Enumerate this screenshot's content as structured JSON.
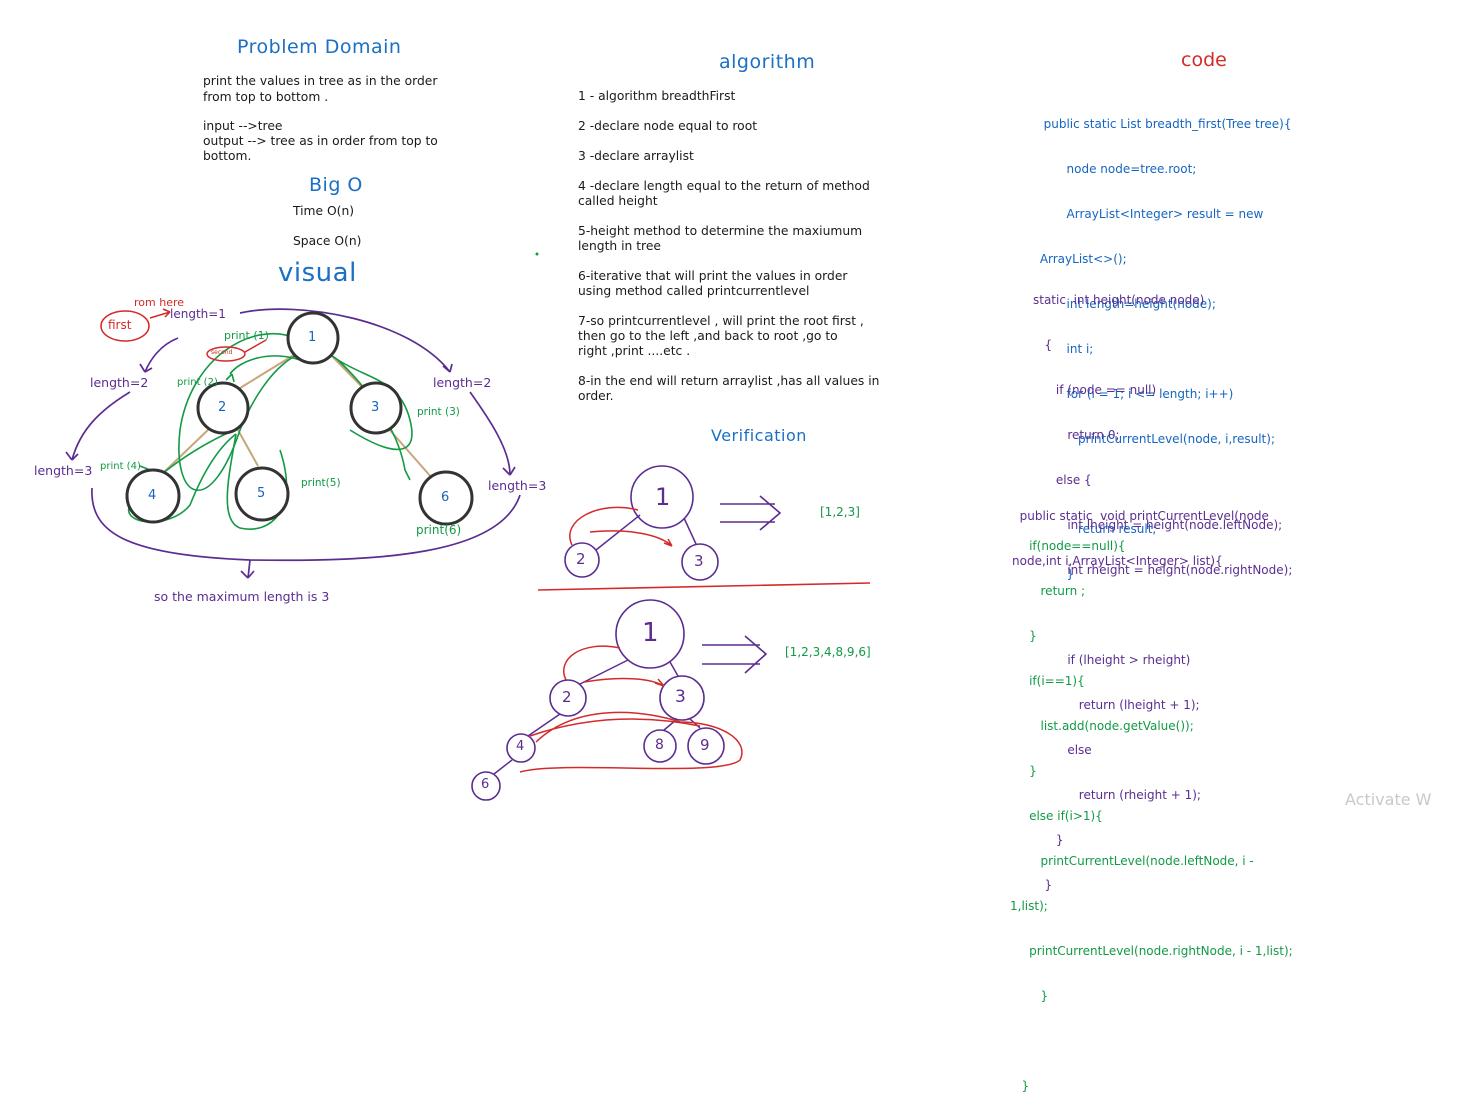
{
  "problem": {
    "title": "Problem Domain",
    "desc_1": "print the values in tree as in the order",
    "desc_2": "from top to bottom .",
    "input": "input -->tree",
    "output_1": "output --> tree as in order from top to",
    "output_2": "bottom."
  },
  "bigo": {
    "title": "Big O",
    "time": "Time O(n)",
    "space": "Space O(n)"
  },
  "visual": {
    "title": "visual",
    "root_note": "rom here",
    "first": "first",
    "second": "second",
    "length1": "length=1",
    "length2_left": "length=2",
    "length2_right": "length=2",
    "length3_left": "length=3",
    "length3_right": "length=3",
    "print1": "print (1)",
    "print2": "print (2)",
    "print3": "print (3)",
    "print4": "print (4)",
    "print5": "print(5)",
    "print6": "print(6)",
    "nodes": [
      "1",
      "2",
      "3",
      "4",
      "5",
      "6"
    ],
    "conclusion": "so the maximum length is 3"
  },
  "algorithm": {
    "title": "algorithm",
    "steps": [
      [
        "1 - algorithm breadthFirst"
      ],
      [
        "2 -declare node equal to root"
      ],
      [
        "3 -declare arraylist"
      ],
      [
        "4 -declare length equal to the return of method",
        "called height"
      ],
      [
        "5-height method to determine the maxiumum",
        "length in tree"
      ],
      [
        "6-iterative that will print the values in order",
        "using method called printcurrentlevel"
      ],
      [
        "7-so printcurrentlevel , will print the root first ,",
        "then go to the left ,and back to root ,go to",
        "right ,print ....etc ."
      ],
      [
        "8-in the end will return arraylist ,has all values in",
        "order."
      ]
    ]
  },
  "verification": {
    "title": "Verification",
    "tree1_nodes": [
      "1",
      "2",
      "3"
    ],
    "result1": "[1,2,3]",
    "tree2_nodes": [
      "1",
      "2",
      "3",
      "4",
      "8",
      "9",
      "6"
    ],
    "result2": "[1,2,3,4,8,9,6]"
  },
  "code": {
    "title": "code",
    "block1": [
      "  public static List breadth_first(Tree tree){",
      "        node node=tree.root;",
      "        ArrayList<Integer> result = new",
      " ArrayList<>();",
      "        int length=height(node);",
      "        int i;",
      "        for (i = 1; i <= length; i++)",
      "           printCurrentLevel(node, i,result);",
      "",
      "           return result;",
      "        }"
    ],
    "block2": [
      "static  int height(node node)",
      "   {",
      "      if (node == null)",
      "         return 0;",
      "      else {",
      "         int lheight = height(node.leftNode);",
      "         int rheight = height(node.rightNode);",
      "",
      "         if (lheight > rheight)",
      "            return (lheight + 1);",
      "         else",
      "            return (rheight + 1);",
      "      }",
      "   }"
    ],
    "block3_header": [
      "  public static  void printCurrentLevel(node",
      "node,int i,ArrayList<Integer> list){"
    ],
    "block3_body": [
      "     if(node==null){",
      "        return ;",
      "     }",
      "     if(i==1){",
      "        list.add(node.getValue());",
      "     }",
      "     else if(i>1){",
      "        printCurrentLevel(node.leftNode, i -",
      "1,list);",
      "     printCurrentLevel(node.rightNode, i - 1,list);",
      "        }",
      "",
      "   }"
    ]
  },
  "watermark": "Activate W",
  "colors": {
    "title_blue": "#1b6fc4",
    "code_blue": "#1565c0",
    "purple": "#5b2d90",
    "green": "#129a45",
    "red": "#d42a2a"
  }
}
